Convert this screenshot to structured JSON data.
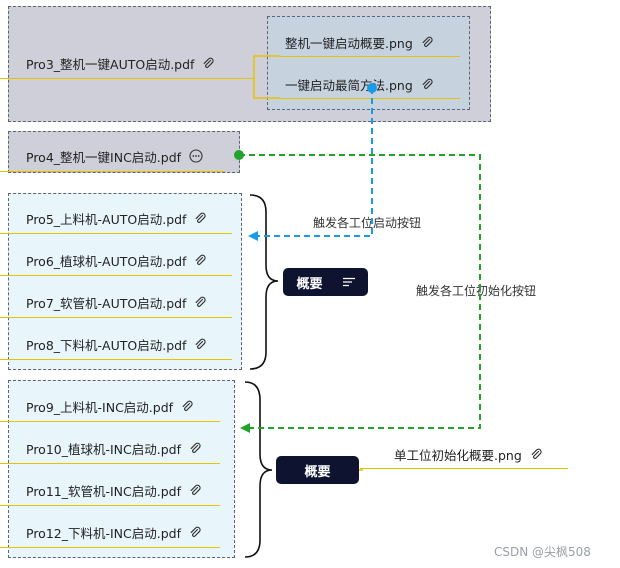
{
  "groups": {
    "pro3": {
      "label": "Pro3_整机一键AUTO启动.pdf",
      "children": [
        "整机一键启动概要.png",
        "一键启动最简方法.png"
      ]
    },
    "pro4": {
      "label": "Pro4_整机一键INC启动.pdf"
    },
    "auto_group": [
      "Pro5_上料机-AUTO启动.pdf",
      "Pro6_植球机-AUTO启动.pdf",
      "Pro7_软管机-AUTO启动.pdf",
      "Pro8_下料机-AUTO启动.pdf"
    ],
    "inc_group": [
      "Pro9_上料机-INC启动.pdf",
      "Pro10_植球机-INC启动.pdf",
      "Pro11_软管机-INC启动.pdf",
      "Pro12_下料机-INC启动.pdf"
    ]
  },
  "summaries": {
    "auto": "概要",
    "inc": "概要",
    "inc_child": "单工位初始化概要.png"
  },
  "relations": {
    "blue": "触发各工位启动按钮",
    "green": "触发各工位初始化按钮"
  },
  "watermark": "CSDN @尖枫508",
  "colors": {
    "underline": "#e6c200",
    "blue_link": "#1a9be6",
    "green_link": "#22a32a",
    "pill": "#0e1330"
  }
}
